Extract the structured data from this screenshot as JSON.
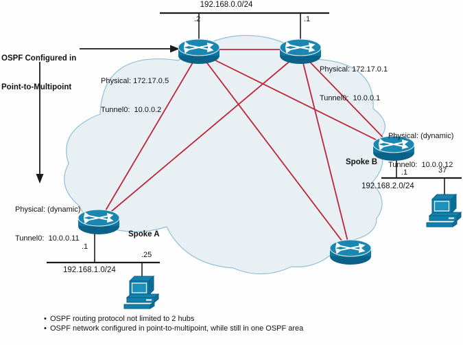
{
  "annotation": {
    "line1": "OSPF Configured in",
    "line2": "Point-to-Multipoint"
  },
  "top_network": {
    "subnet": "192.168.0.0/24",
    "left_if": ".2",
    "right_if": ".1"
  },
  "hub_left": {
    "physical": "Physical: 172.17.0.5",
    "tunnel": "Tunnel0:  10.0.0.2"
  },
  "hub_right": {
    "physical": "Physical: 172.17.0.1",
    "tunnel": "Tunnel0:  10.0.0.1"
  },
  "spoke_b": {
    "name": "Spoke B",
    "physical": "Physical: (dynamic)",
    "tunnel": "Tunnel0:  10.0.0.12",
    "router_if": ".1",
    "host_if": "37",
    "subnet": "192.168.2.0/24"
  },
  "spoke_a": {
    "name": "Spoke A",
    "physical": "Physical: (dynamic)",
    "tunnel": "Tunnel0:  10.0.0.11",
    "router_if": ".1",
    "host_if": ".25",
    "subnet": "192.168.1.0/24"
  },
  "footnotes": {
    "bullet": "•",
    "items": [
      "OSPF routing protocol not limited to 2 hubs",
      "OSPF network configured in point-to-multipoint, while still in one OSPF area"
    ]
  },
  "topology": {
    "nodes": [
      "hub-left",
      "hub-right",
      "spoke-a",
      "spoke-b",
      "spoke-bottom"
    ],
    "links": [
      "hub-left|hub-right",
      "hub-left|spoke-a",
      "hub-left|spoke-b",
      "hub-left|spoke-bottom",
      "hub-right|spoke-a",
      "hub-right|spoke-b",
      "hub-right|spoke-bottom"
    ]
  },
  "colors": {
    "node_teal": "#0e74a0",
    "node_top": "#1a87b0",
    "link_red": "#bd2438",
    "cloud_fill": "#e8f0f4",
    "cloud_stroke": "#8fc0d6",
    "line_black": "#1a1a1a"
  }
}
